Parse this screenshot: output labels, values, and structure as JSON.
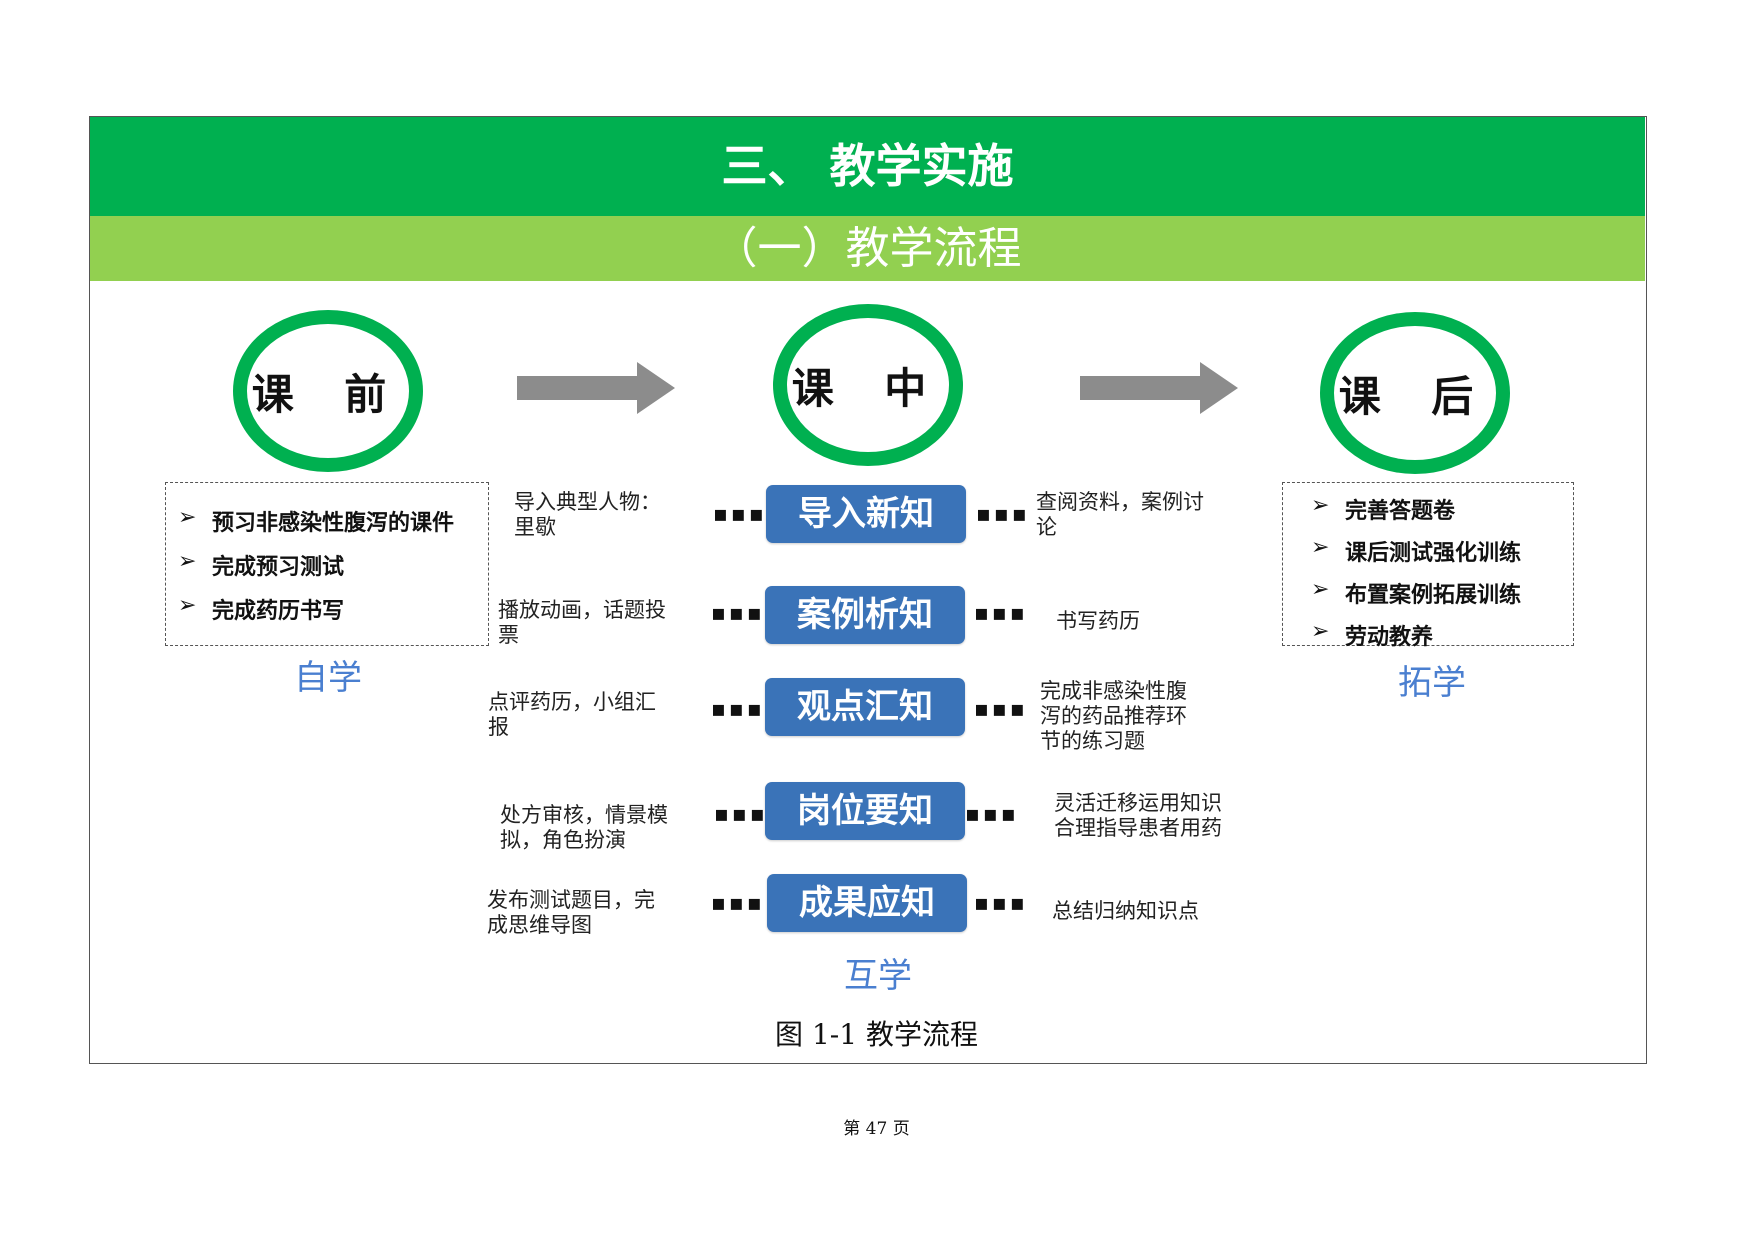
{
  "header": {
    "title": "三、    教学实施",
    "subtitle": "（一）教学流程"
  },
  "phases": [
    {
      "label": "课 前",
      "tag": "自学",
      "items": [
        "预习非感染性腹泻的课件",
        "完成预习测试",
        "完成药历书写"
      ]
    },
    {
      "label": "课 中",
      "tag": "互学"
    },
    {
      "label": "课 后",
      "tag": "拓学",
      "items": [
        "完善答题卷",
        "课后测试强化训练",
        "布置案例拓展训练",
        "劳动教养"
      ]
    }
  ],
  "bullet_marker": "➢",
  "dots": "▪▪▪",
  "steps": [
    {
      "name": "导入新知",
      "left": "导入典型人物：\n里歇",
      "right": "查阅资料，案例讨\n论"
    },
    {
      "name": "案例析知",
      "left": "播放动画，话题投\n票",
      "right": "书写药历"
    },
    {
      "name": "观点汇知",
      "left": "点评药历，小组汇\n报",
      "right": "完成非感染性腹\n泻的药品推荐环\n节的练习题"
    },
    {
      "name": "岗位要知",
      "left": "处方审核，情景模\n拟，角色扮演",
      "right": "灵活迁移运用知识\n合理指导患者用药"
    },
    {
      "name": "成果应知",
      "left": "发布测试题目，完\n成思维导图",
      "right": "总结归纳知识点"
    }
  ],
  "caption": "图 1-1  教学流程",
  "page_number": "第 47 页",
  "colors": {
    "green": "#00b050",
    "light_green": "#92d050",
    "pill_blue": "#3a73b8",
    "tag_blue": "#4a7fd0",
    "arrow_gray": "#8c8c8c"
  }
}
